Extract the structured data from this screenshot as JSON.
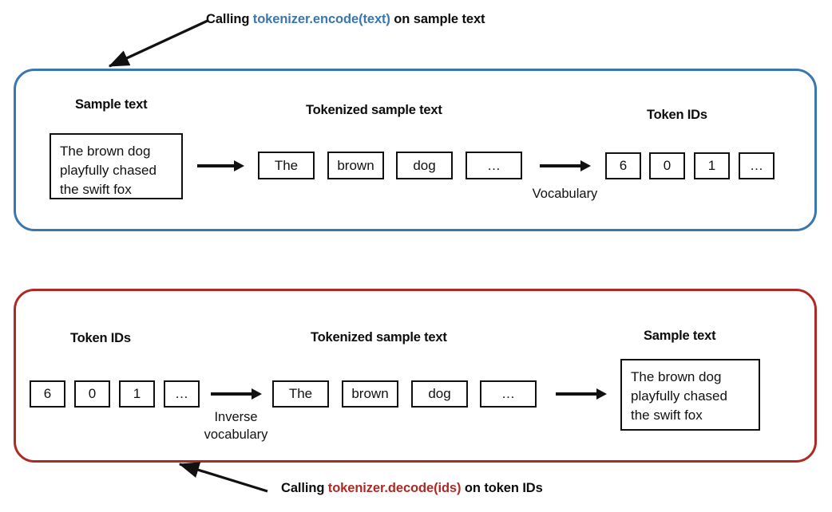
{
  "meta": {
    "colors": {
      "encode_accent": "#3a76b0",
      "decode_accent": "#b02a25",
      "ink": "#111111",
      "background": "#ffffff"
    }
  },
  "captions": {
    "encode": {
      "prefix": "Calling",
      "code": "tokenizer.encode(text)",
      "suffix": "on sample text"
    },
    "decode": {
      "prefix": "Calling",
      "code": "tokenizer.decode(ids)",
      "suffix": "on token IDs"
    }
  },
  "encode_panel": {
    "sample_text": {
      "heading": "Sample text",
      "value": "The brown dog\nplayfully chased\nthe swift fox"
    },
    "tokenized": {
      "heading": "Tokenized sample text",
      "tokens": [
        "The",
        "brown",
        "dog",
        "…"
      ]
    },
    "token_ids": {
      "heading": "Token IDs",
      "ids": [
        "6",
        "0",
        "1",
        "…"
      ]
    },
    "arrow_label": "Vocabulary"
  },
  "decode_panel": {
    "token_ids": {
      "heading": "Token IDs",
      "ids": [
        "6",
        "0",
        "1",
        "…"
      ]
    },
    "tokenized": {
      "heading": "Tokenized sample text",
      "tokens": [
        "The",
        "brown",
        "dog",
        "…"
      ]
    },
    "sample_text": {
      "heading": "Sample text",
      "value": "The brown dog\nplayfully chased\nthe swift fox"
    },
    "arrow_label": "Inverse\nvocabulary"
  }
}
